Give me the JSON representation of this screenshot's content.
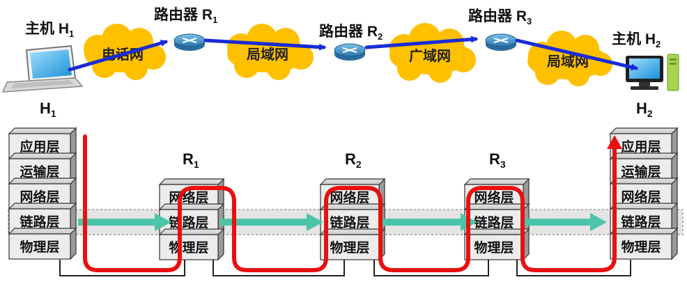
{
  "top": {
    "host1": {
      "label": "主机 H",
      "sub": "1"
    },
    "host2": {
      "label": "主机 H",
      "sub": "2"
    },
    "routers": [
      {
        "label": "路由器 R",
        "sub": "1"
      },
      {
        "label": "路由器 R",
        "sub": "2"
      },
      {
        "label": "路由器 R",
        "sub": "3"
      }
    ],
    "networks": [
      "电话网",
      "局域网",
      "广域网",
      "局域网"
    ]
  },
  "stacks": {
    "hosts": [
      {
        "name": "H",
        "sub": "1",
        "layers": [
          "应用层",
          "运输层",
          "网络层",
          "链路层",
          "物理层"
        ]
      },
      {
        "name": "H",
        "sub": "2",
        "layers": [
          "应用层",
          "运输层",
          "网络层",
          "链路层",
          "物理层"
        ]
      }
    ],
    "routers": [
      {
        "name": "R",
        "sub": "1",
        "layers": [
          "网络层",
          "链路层",
          "物理层"
        ]
      },
      {
        "name": "R",
        "sub": "2",
        "layers": [
          "网络层",
          "链路层",
          "物理层"
        ]
      },
      {
        "name": "R",
        "sub": "3",
        "layers": [
          "网络层",
          "链路层",
          "物理层"
        ]
      }
    ]
  },
  "colors": {
    "path": "#e81010",
    "arrow_blue": "#1a2bd6",
    "teal": "#4cc4a8",
    "cloud": "#ffc000",
    "router": "#3f8fc4"
  }
}
